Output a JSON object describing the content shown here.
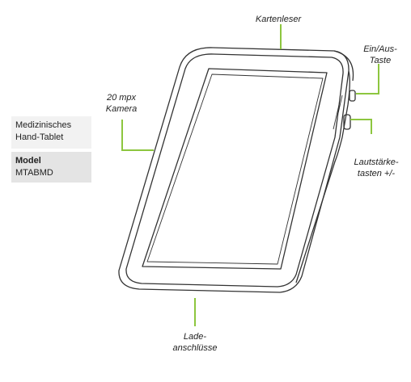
{
  "info_panel": {
    "device_line_1": "Medizinisches",
    "device_line_2": "Hand-Tablet",
    "model_label": "Model",
    "model_value": "MTABMD"
  },
  "callouts": {
    "card_reader": "Kartenleser",
    "power_button_line_1": "Ein/Aus-",
    "power_button_line_2": "Taste",
    "camera_line_1": "20 mpx",
    "camera_line_2": "Kamera",
    "volume_line_1": "Lautstärke-",
    "volume_line_2": "tasten +/-",
    "charging_line_1": "Lade-",
    "charging_line_2": "anschlüsse"
  },
  "colors": {
    "callout_line": "#8dc63f",
    "outline": "#333333"
  }
}
